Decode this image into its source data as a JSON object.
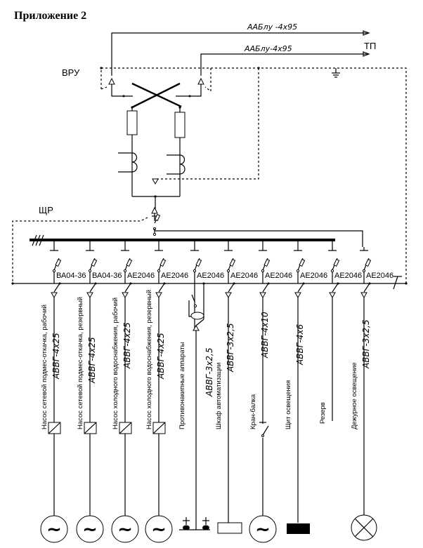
{
  "title": "Приложение 2",
  "labels": {
    "vru": "ВРУ",
    "tp": "ТП",
    "shr": "ЩР"
  },
  "incoming_cables": [
    {
      "label": "ААБлу -4х95"
    },
    {
      "label": "ААБлу-4х95"
    }
  ],
  "feeders": [
    {
      "breaker": "ВА04-36",
      "cable": "АВВГ-4х25",
      "name": "Насос сетевой подмес-откачка, рабочий",
      "load": "motor",
      "has_starter": true
    },
    {
      "breaker": "ВА04-36",
      "cable": "АВВГ-4х25",
      "name": "Насос сетевой подмес-откачка, резервный",
      "load": "motor",
      "has_starter": true
    },
    {
      "breaker": "АЕ2046",
      "cable": "АВВГ-4х25",
      "name": "Насос холодного водоснабжения, рабочий",
      "load": "motor",
      "has_starter": true
    },
    {
      "breaker": "АЕ2046",
      "cable": "АВВГ-4х25",
      "name": "Насос холодного водоснабжения, резервный",
      "load": "motor",
      "has_starter": true
    },
    {
      "breaker": "АЕ2046",
      "cable": "АВВГ-3х2,5",
      "name": "Противонакипные аппараты",
      "load": "descaler",
      "has_starter": false
    },
    {
      "breaker": "АЕ2046",
      "cable": "АВВГ-3х2,5",
      "name": "Шкаф автоматизации",
      "load": "cabinet",
      "has_starter": false
    },
    {
      "breaker": "АЕ2046",
      "cable": "АВВГ-4х10",
      "name": "Кран-балка",
      "load": "motor",
      "has_starter": false
    },
    {
      "breaker": "АЕ2046",
      "cable": "АВВГ-4х6",
      "name": "Щит освещения",
      "load": "panel",
      "has_starter": false
    },
    {
      "breaker": "АЕ2046",
      "cable": "",
      "name": "Резерв",
      "load": "none",
      "has_starter": false
    },
    {
      "breaker": "АЕ2046",
      "cable": "АВВГ-3х2,5",
      "name": "Дежурное освещение",
      "load": "lamp",
      "has_starter": false
    }
  ],
  "symbols": {
    "motor_glyph": "~"
  }
}
